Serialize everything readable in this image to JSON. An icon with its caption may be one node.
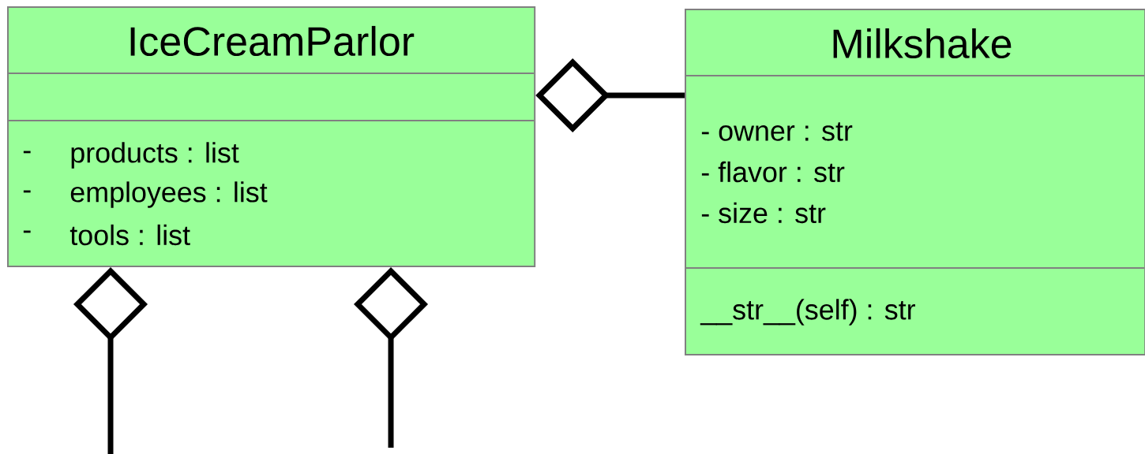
{
  "diagram": {
    "nodes": [
      {
        "text": [
          "IceCreamParlor",
          "-",
          "products : list",
          "-",
          "employees : list",
          "-",
          "tools : list"
        ]
      },
      {
        "text": [
          "Milkshake",
          "- owner : str",
          "- flavor : str",
          "- size : str",
          "__str__(self) : str"
        ]
      }
    ],
    "edges": [
      {
        "from": 1,
        "to": 0,
        "arrow": "other"
      },
      {
        "from": null,
        "to": 0,
        "arrow": "other"
      },
      {
        "from": null,
        "to": 0,
        "arrow": "other"
      }
    ]
  }
}
